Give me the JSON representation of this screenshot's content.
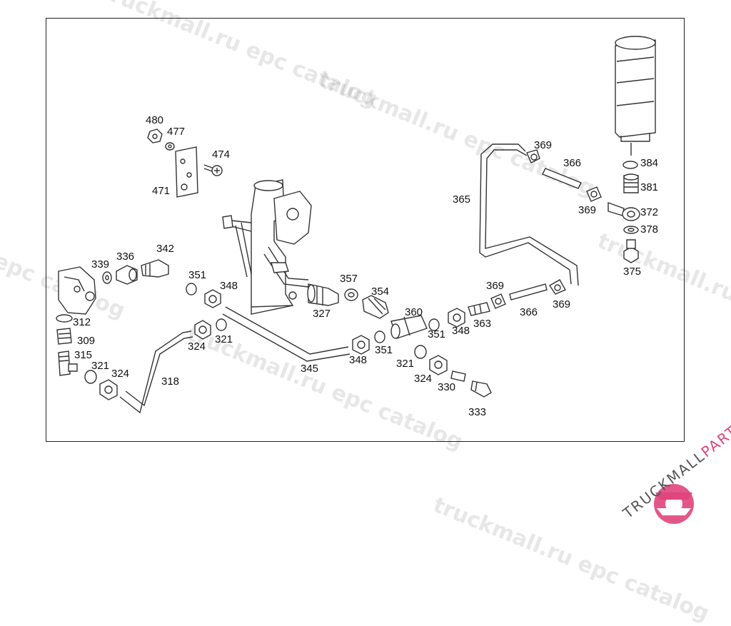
{
  "watermark": {
    "text": "truckmall.ru epc catalog",
    "text_partial": "l epc catalog"
  },
  "part_labels": {
    "p480": "480",
    "p477": "477",
    "p474": "474",
    "p471": "471",
    "p342": "342",
    "p339": "339",
    "p336": "336",
    "p351a": "351",
    "p348a": "348",
    "p312": "312",
    "p309": "309",
    "p315": "315",
    "p321a": "321",
    "p324a": "324",
    "p318": "318",
    "p324b": "324",
    "p321b": "321",
    "p345": "345",
    "p327": "327",
    "p357": "357",
    "p354": "354",
    "p348b": "348",
    "p351b": "351",
    "p360": "360",
    "p351c": "351",
    "p348c": "348",
    "p321c": "321",
    "p324c": "324",
    "p330": "330",
    "p333": "333",
    "p363": "363",
    "p369a": "369",
    "p366a": "366",
    "p369b": "369",
    "p365": "365",
    "p369c": "369",
    "p366b": "366",
    "p369d": "369",
    "p384": "384",
    "p381": "381",
    "p372": "372",
    "p378": "378",
    "p375": "375"
  },
  "logo": {
    "text_main": "TRUCKMALL",
    "text_accent": "PARTS",
    "accent_color": "#e0457b"
  },
  "colors": {
    "line": "#333333",
    "background": "#ffffff"
  }
}
